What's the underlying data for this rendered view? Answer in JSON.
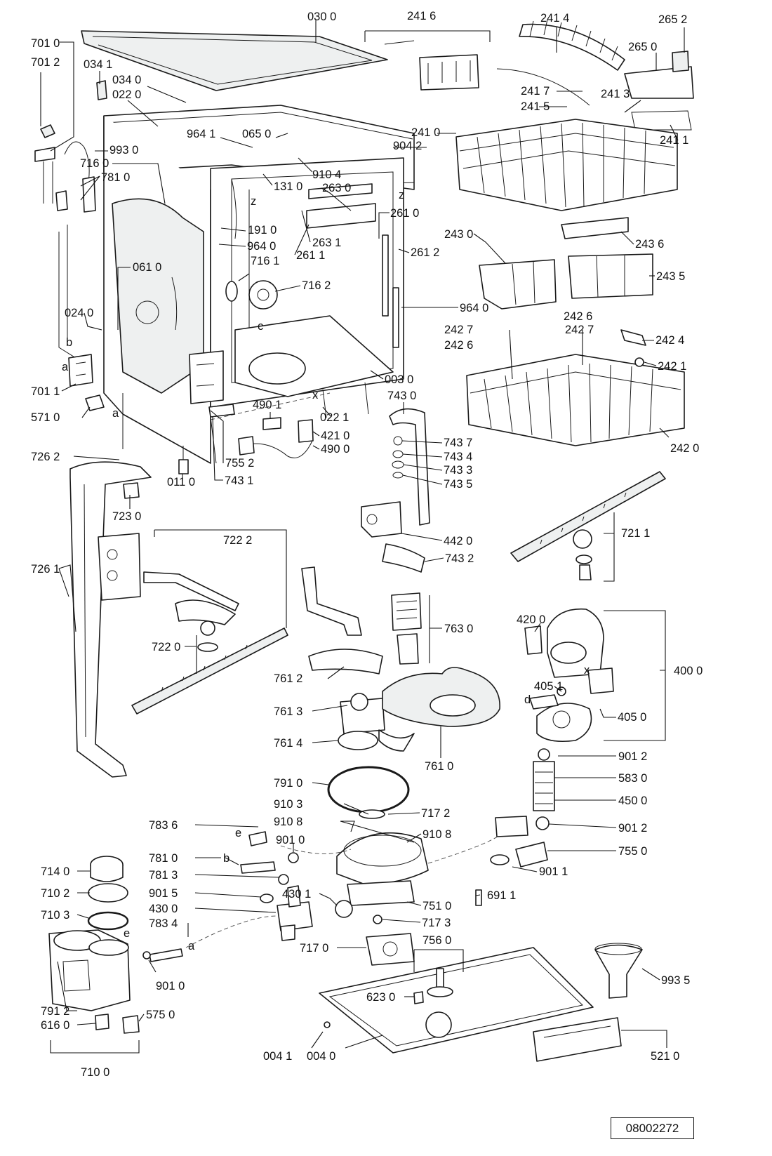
{
  "document_code": "08002272",
  "letters": {
    "z": "z",
    "c": "c",
    "x": "x",
    "a": "a",
    "b": "b",
    "d": "d",
    "e": "e"
  },
  "parts": [
    "030 0",
    "241 6",
    "241 4",
    "265 2",
    "265 0",
    "701 0",
    "701 2",
    "034 1",
    "034 0",
    "022 0",
    "241 7",
    "241 5",
    "241 3",
    "241 1",
    "964 1",
    "065 0",
    "904 2",
    "241 0",
    "993 0",
    "910 4",
    "716 0",
    "781 0",
    "131 0",
    "263 0",
    "261 0",
    "191 0",
    "263 1",
    "964 0",
    "261 1",
    "261 2",
    "243 0",
    "243 6",
    "243 5",
    "061 0",
    "716 1",
    "716 2",
    "964 0",
    "024 0",
    "242 6",
    "242 7",
    "242 4",
    "242 1",
    "242 0",
    "003 0",
    "701 1",
    "490 1",
    "743 0",
    "022 1",
    "571 0",
    "421 0",
    "490 0",
    "743 7",
    "743 4",
    "743 3",
    "743 5",
    "726 2",
    "755 2",
    "011 0",
    "743 1",
    "723 0",
    "442 0",
    "721 1",
    "722 2",
    "743 2",
    "726 1",
    "763 0",
    "420 0",
    "400 0",
    "722 0",
    "761 2",
    "405 1",
    "405 0",
    "761 3",
    "761 4",
    "761 0",
    "901 2",
    "791 0",
    "583 0",
    "450 0",
    "910 3",
    "717 2",
    "910 8",
    "910 8",
    "783 6",
    "901 0",
    "755 0",
    "781 0",
    "781 3",
    "901 1",
    "714 0",
    "710 2",
    "901 5",
    "430 1",
    "751 0",
    "691 1",
    "710 3",
    "430 0",
    "783 4",
    "717 3",
    "717 0",
    "756 0",
    "993 5",
    "623 0",
    "901 0",
    "791 2",
    "575 0",
    "616 0",
    "004 1",
    "004 0",
    "521 0",
    "710 0",
    "242 7",
    "242 6",
    "901 2"
  ]
}
